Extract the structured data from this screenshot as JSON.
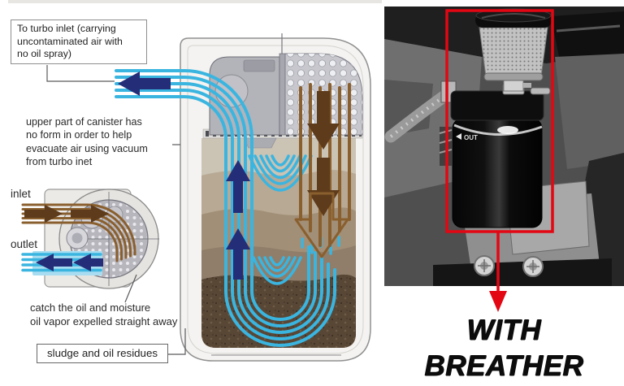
{
  "diagram": {
    "turbo_box": "To turbo inlet (carrying\nuncontaminated air with\nno oil spray)",
    "upper_note": "upper part of canister has\nno form in order to help\nevacuate air using vacuum\nfrom turbo inet",
    "inlet_label": "inlet",
    "outlet_label": "outlet",
    "catch_note": "catch the oil and moisture\noil vapor expelled straight away",
    "sludge_box": "sludge and oil residues",
    "colors": {
      "clean_air": "#3ab5e0",
      "flow_arrow": "#232d78",
      "dirty_air": "#8a5f2e",
      "dirty_arrow": "#5e3b1b"
    }
  },
  "photo": {
    "port_label": "OUT",
    "caption": "WITH\nBREATHER",
    "highlight": "#e30613"
  }
}
